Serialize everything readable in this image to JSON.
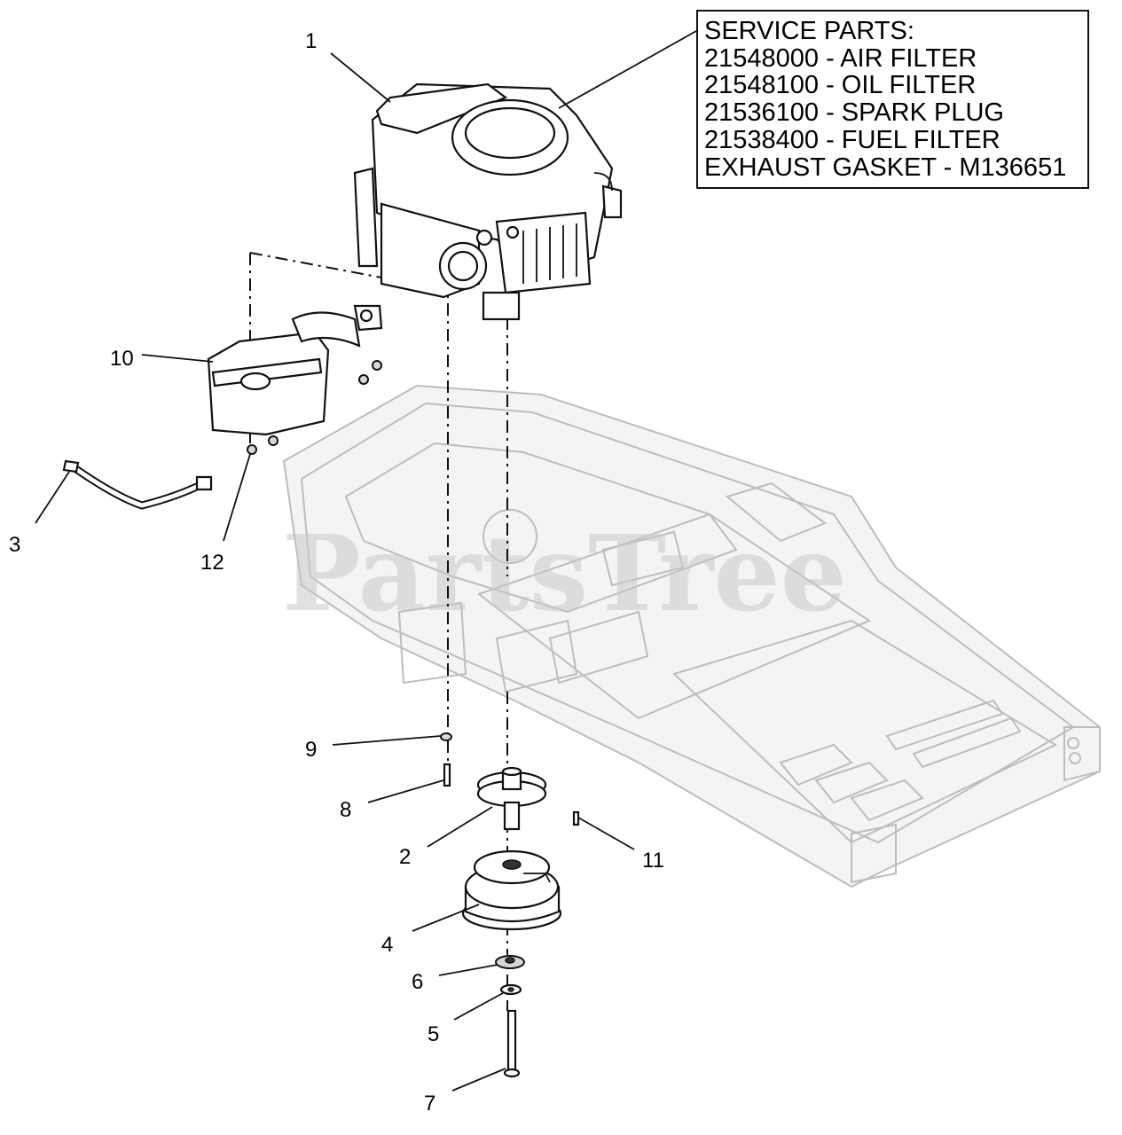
{
  "service_box": {
    "lines": [
      "SERVICE PARTS:",
      "21548000 - AIR FILTER",
      "21548100 - OIL FILTER",
      "21536100 - SPARK PLUG",
      "21538400 - FUEL FILTER",
      "EXHAUST GASKET - M136651"
    ]
  },
  "watermark": "PartsTree",
  "callouts": [
    {
      "id": "1",
      "label": "1"
    },
    {
      "id": "2",
      "label": "2"
    },
    {
      "id": "3",
      "label": "3"
    },
    {
      "id": "4",
      "label": "4"
    },
    {
      "id": "5",
      "label": "5"
    },
    {
      "id": "6",
      "label": "6"
    },
    {
      "id": "7",
      "label": "7"
    },
    {
      "id": "8",
      "label": "8"
    },
    {
      "id": "9",
      "label": "9"
    },
    {
      "id": "10",
      "label": "10"
    },
    {
      "id": "11",
      "label": "11"
    },
    {
      "id": "12",
      "label": "12"
    }
  ]
}
